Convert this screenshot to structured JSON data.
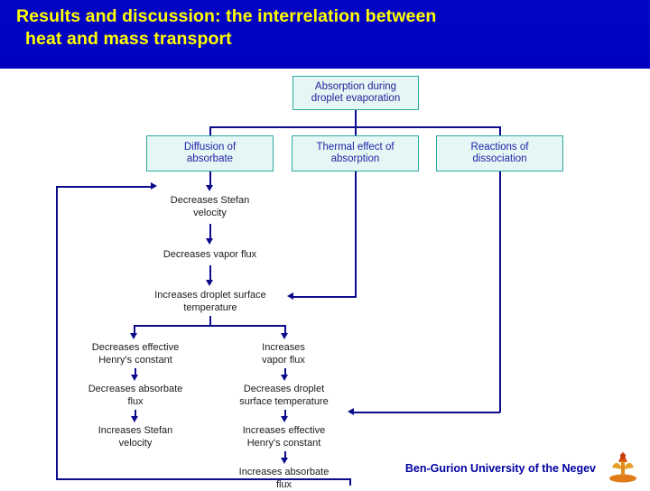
{
  "header": {
    "line1": "Results and discussion: the interrelation between",
    "line2": "heat and mass transport",
    "bg_color": "#0000c8",
    "text_color": "#ffff00"
  },
  "diagram": {
    "node_border_color": "#2fa8a0",
    "node_fill_color": "#e4f7f4",
    "node_text_color": "#2222a8",
    "connector_color": "#0b0b8c",
    "top_node": {
      "line1": "Absorption during",
      "line2": "droplet evaporation"
    },
    "branch_nodes": [
      {
        "line1": "Diffusion of",
        "line2": "absorbate"
      },
      {
        "line1": "Thermal effect of",
        "line2": "absorption"
      },
      {
        "line1": "Reactions of",
        "line2": "dissociation"
      }
    ],
    "left_chain": [
      {
        "line1": "Decreases Stefan",
        "line2": "velocity"
      },
      {
        "line1": "Decreases vapor flux",
        "line2": ""
      },
      {
        "line1": "Increases droplet surface",
        "line2": "temperature"
      }
    ],
    "bottom_left_chain": [
      {
        "line1": "Decreases effective",
        "line2": "Henry's constant"
      },
      {
        "line1": "Decreases absorbate",
        "line2": "flux"
      },
      {
        "line1": "Increases Stefan",
        "line2": "velocity"
      }
    ],
    "bottom_right_chain": [
      {
        "line1": "Increases",
        "line2": "vapor flux"
      },
      {
        "line1": "Decreases droplet",
        "line2": "surface temperature"
      },
      {
        "line1": "Increases effective",
        "line2": "Henry's constant"
      },
      {
        "line1": "Increases absorbate",
        "line2": "flux"
      }
    ]
  },
  "footer": {
    "organization": "Ben-Gurion University of the Negev",
    "text_color": "#0000a0"
  }
}
